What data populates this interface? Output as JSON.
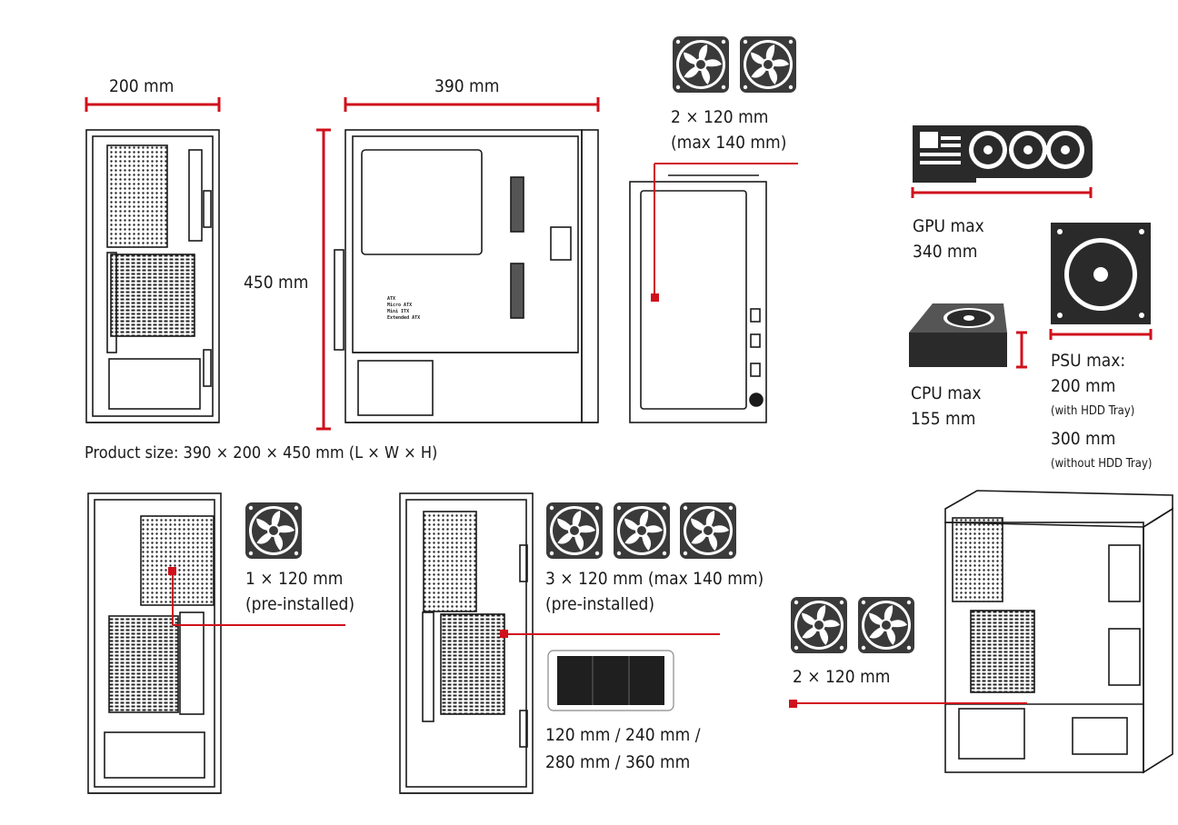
{
  "dimensions": {
    "width": "200 mm",
    "length": "390 mm",
    "height": "450 mm",
    "product_size": "Product size: 390 × 200 × 450 mm (L × W × H)"
  },
  "top_fans": {
    "line1": "2 × 120 mm",
    "line2": "(max 140 mm)"
  },
  "gpu": {
    "line1": "GPU max",
    "line2": "340 mm"
  },
  "cpu": {
    "line1": "CPU max",
    "line2": "155 mm"
  },
  "psu": {
    "title": "PSU max:",
    "value1": "200 mm",
    "note1": "(with HDD Tray)",
    "value2": "300 mm",
    "note2": "(without HDD Tray)"
  },
  "rear_fan": {
    "line1": "1 × 120 mm",
    "line2": "(pre-installed)"
  },
  "front_fans": {
    "line1": "3 × 120 mm (max 140 mm)",
    "line2": "(pre-installed)"
  },
  "radiator": {
    "line1": "120 mm / 240 mm /",
    "line2": "280 mm / 360 mm"
  },
  "bottom_fans": {
    "line1": "2 × 120 mm"
  },
  "board_labels": [
    "ATX",
    "Micro ATX",
    "Mini ITX",
    "Extended ATX"
  ],
  "colors": {
    "accent": "#d0101c",
    "ink": "#1a1a1a",
    "fan_bg": "#3a3a3a"
  },
  "icons": [
    "fan-icon",
    "gpu-icon",
    "cpu-cooler-icon",
    "psu-icon",
    "radiator-icon"
  ]
}
